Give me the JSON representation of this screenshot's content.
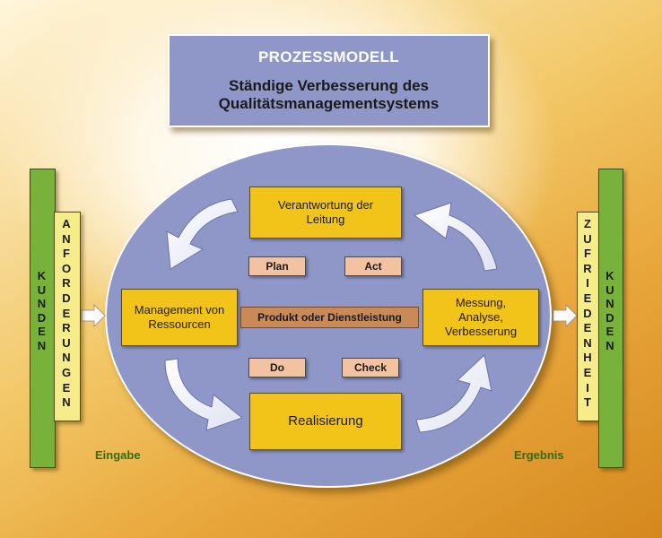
{
  "title": {
    "line1": "PROZESSMODELL",
    "line2": "Ständige Verbesserung des",
    "line3": "Qualitätsmanagementsystems"
  },
  "boxes": {
    "leitung": "Verantwortung der Leitung",
    "ressourcen": "Management von Ressourcen",
    "messung": "Messung, Analyse, Verbesserung",
    "realisierung": "Realisierung"
  },
  "center": "Produkt oder Dienstleistung",
  "tags": {
    "plan": "Plan",
    "act": "Act",
    "do": "Do",
    "check": "Check"
  },
  "left": {
    "kunden": "KUNDEN",
    "anforderungen": "ANFORDERUNGEN",
    "eingabe": "Eingabe"
  },
  "right": {
    "zufriedenheit": "ZUFRIEDENHEIT",
    "kunden": "KUNDEN",
    "ergebnis": "Ergebnis"
  },
  "colors": {
    "ellipse": "#8e97c8",
    "process_box": "#f2c318",
    "tag": "#f3c2a0",
    "green_bar": "#78b23a",
    "yellow_bar": "#f7ec8a"
  }
}
